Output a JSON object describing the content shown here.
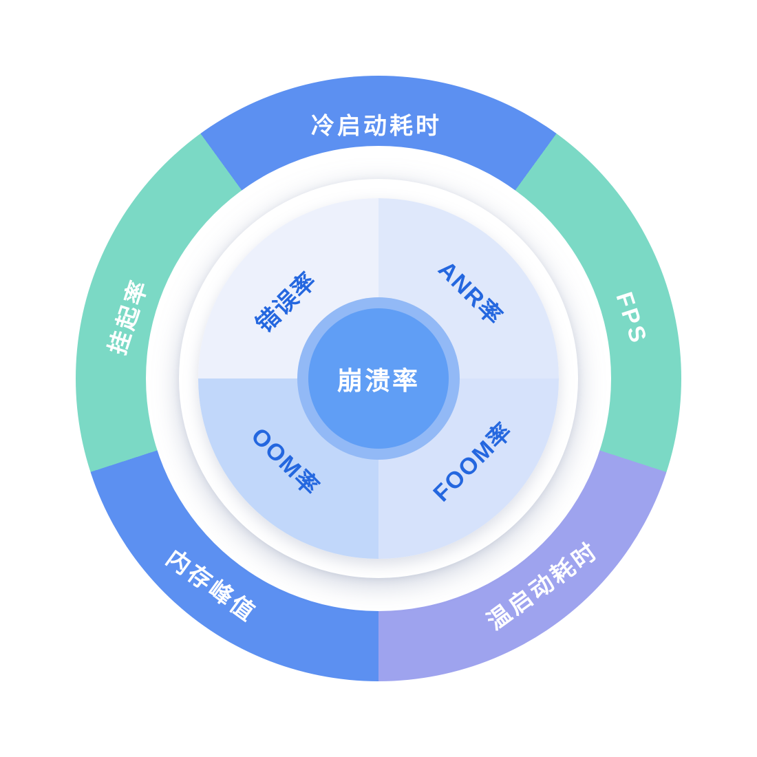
{
  "diagram": {
    "center_label": "崩溃率",
    "outer_segments": [
      {
        "label": "冷启动耗时",
        "position": "top",
        "color_key": "seg-blue"
      },
      {
        "label": "FPS",
        "position": "right",
        "color_key": "seg-teal"
      },
      {
        "label": "温启动耗时",
        "position": "bottom-right",
        "color_key": "seg-purple"
      },
      {
        "label": "内存峰值",
        "position": "bottom-left",
        "color_key": "seg-blue"
      },
      {
        "label": "挂起率",
        "position": "left",
        "color_key": "seg-teal"
      }
    ],
    "quadrants": [
      {
        "label": "错误率",
        "position": "top-left"
      },
      {
        "label": "ANR率",
        "position": "top-right"
      },
      {
        "label": "FOOM率",
        "position": "bottom-right"
      },
      {
        "label": "OOM率",
        "position": "bottom-left"
      }
    ],
    "colors": {
      "seg-blue": "#5C90F1",
      "seg-teal": "#7BD9C5",
      "seg-purple": "#9EA3EE",
      "quad-tl": "#EDF1FC",
      "quad-tr": "#DFE8FB",
      "quad-br": "#D6E2FB",
      "quad-bl": "#C1D7FA",
      "center-ring": "#92B9F6",
      "center-fill": "#609EF5",
      "quad-text": "#2467DF",
      "seg-text": "#FFFFFF"
    }
  }
}
